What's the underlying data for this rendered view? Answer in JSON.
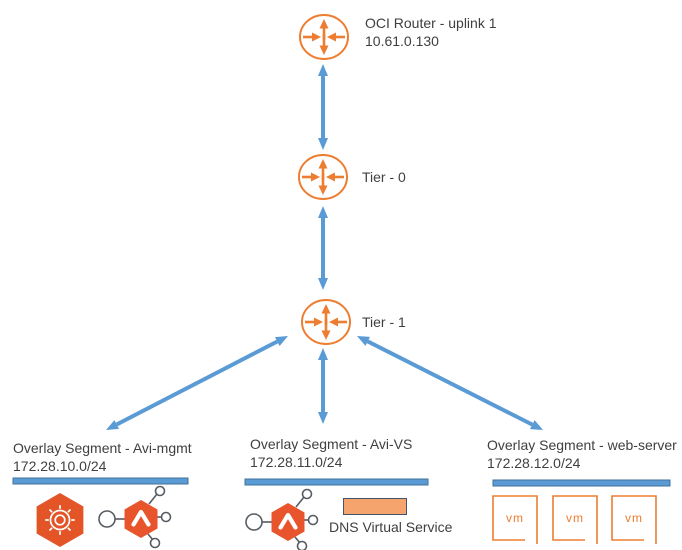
{
  "nodes": {
    "oci_router": {
      "label": "OCI Router - uplink 1",
      "ip": "10.61.0.130"
    },
    "tier0": {
      "label": "Tier - 0"
    },
    "tier1": {
      "label": "Tier - 1"
    }
  },
  "segments": [
    {
      "name": "Overlay Segment - Avi-mgmt",
      "cidr": "172.28.10.0/24"
    },
    {
      "name": "Overlay Segment - Avi-VS",
      "cidr": "172.28.11.0/24"
    },
    {
      "name": "Overlay Segment - web-server",
      "cidr": "172.28.12.0/24"
    }
  ],
  "labels": {
    "dns_virtual_service": "DNS Virtual Service",
    "vm": "vm"
  },
  "icons": {
    "router": "router-icon",
    "avi_controller": "gear-hexagon-icon",
    "avi_service_engine": "avi-hexagon-icon",
    "vm_box": "vm-box-icon",
    "segment_bar": "segment-bar",
    "link": "double-headed-arrow"
  },
  "colors": {
    "router_orange": "#ED7D31",
    "arrow_blue": "#5B9BD5",
    "segment_bar_fill": "#5B9BD5",
    "segment_bar_border": "#41719C",
    "hexagon_orange": "#E8542B",
    "gear_hexagon_orange": "#E35426",
    "dns_fill": "#F4A46C",
    "dns_border": "#44546A",
    "vm_orange": "#ED7D31",
    "text": "#3F3F3F"
  }
}
